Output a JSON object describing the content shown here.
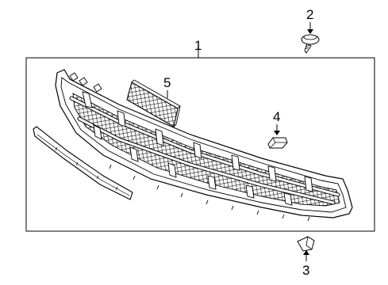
{
  "diagram": {
    "callouts": [
      {
        "id": "1",
        "label": "1"
      },
      {
        "id": "2",
        "label": "2"
      },
      {
        "id": "3",
        "label": "3"
      },
      {
        "id": "4",
        "label": "4"
      },
      {
        "id": "5",
        "label": "5"
      }
    ]
  }
}
